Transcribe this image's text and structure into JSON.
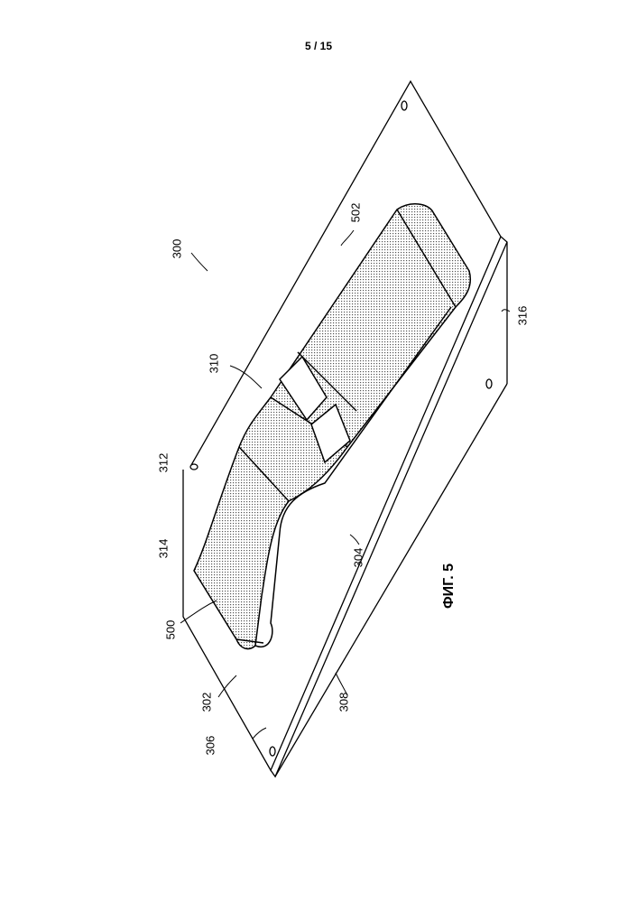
{
  "page_number": "5 / 15",
  "figure_caption": "ФИГ. 5",
  "reference_labels": {
    "assembly": "300",
    "first_end": "302",
    "second_side": "304",
    "surface": "306",
    "edge": "308",
    "cushion": "310",
    "hole": "312",
    "side_edge": "314",
    "plate_side": "316",
    "cushion_end": "500",
    "cushion_region": "502"
  }
}
